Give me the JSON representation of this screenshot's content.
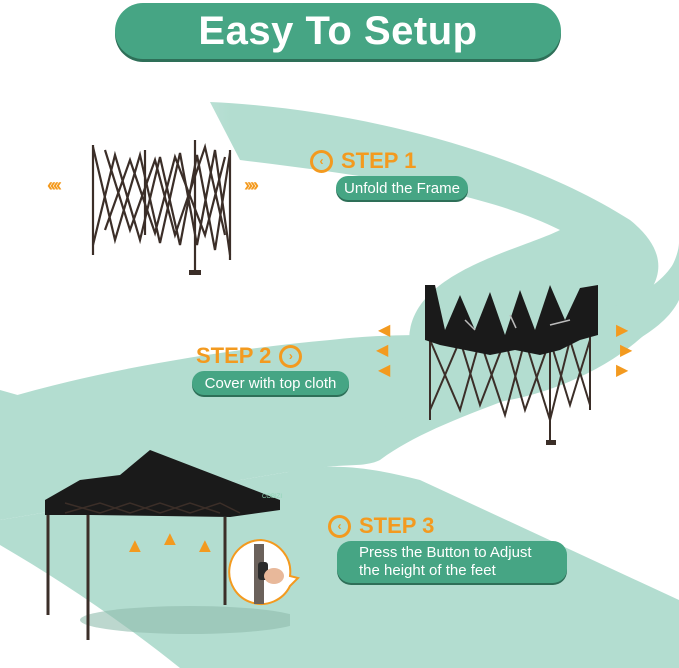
{
  "header": {
    "title": "Easy To Setup"
  },
  "steps": [
    {
      "label": "STEP 1",
      "icon": "chevron-left-circle-icon",
      "description": "Unfold the Frame"
    },
    {
      "label": "STEP 2",
      "icon": "chevron-right-circle-icon",
      "description": "Cover with top cloth"
    },
    {
      "label": "STEP 3",
      "icon": "chevron-left-circle-icon",
      "description_line1": "Press the Button to Adjust",
      "description_line2": "the height of the feet"
    }
  ],
  "decor": {
    "expand_left": "‹‹‹‹",
    "expand_right": "››››",
    "arrow_left": "◀",
    "arrow_right": "▶",
    "arrow_up": "▲",
    "brand_logo_text": "COBIZI"
  },
  "colors": {
    "accent_green": "#46a584",
    "mint_background": "#b3ddd0",
    "step_orange": "#f39a1f",
    "canopy_black": "#1a1a1a",
    "frame_brown": "#3b2e28"
  }
}
